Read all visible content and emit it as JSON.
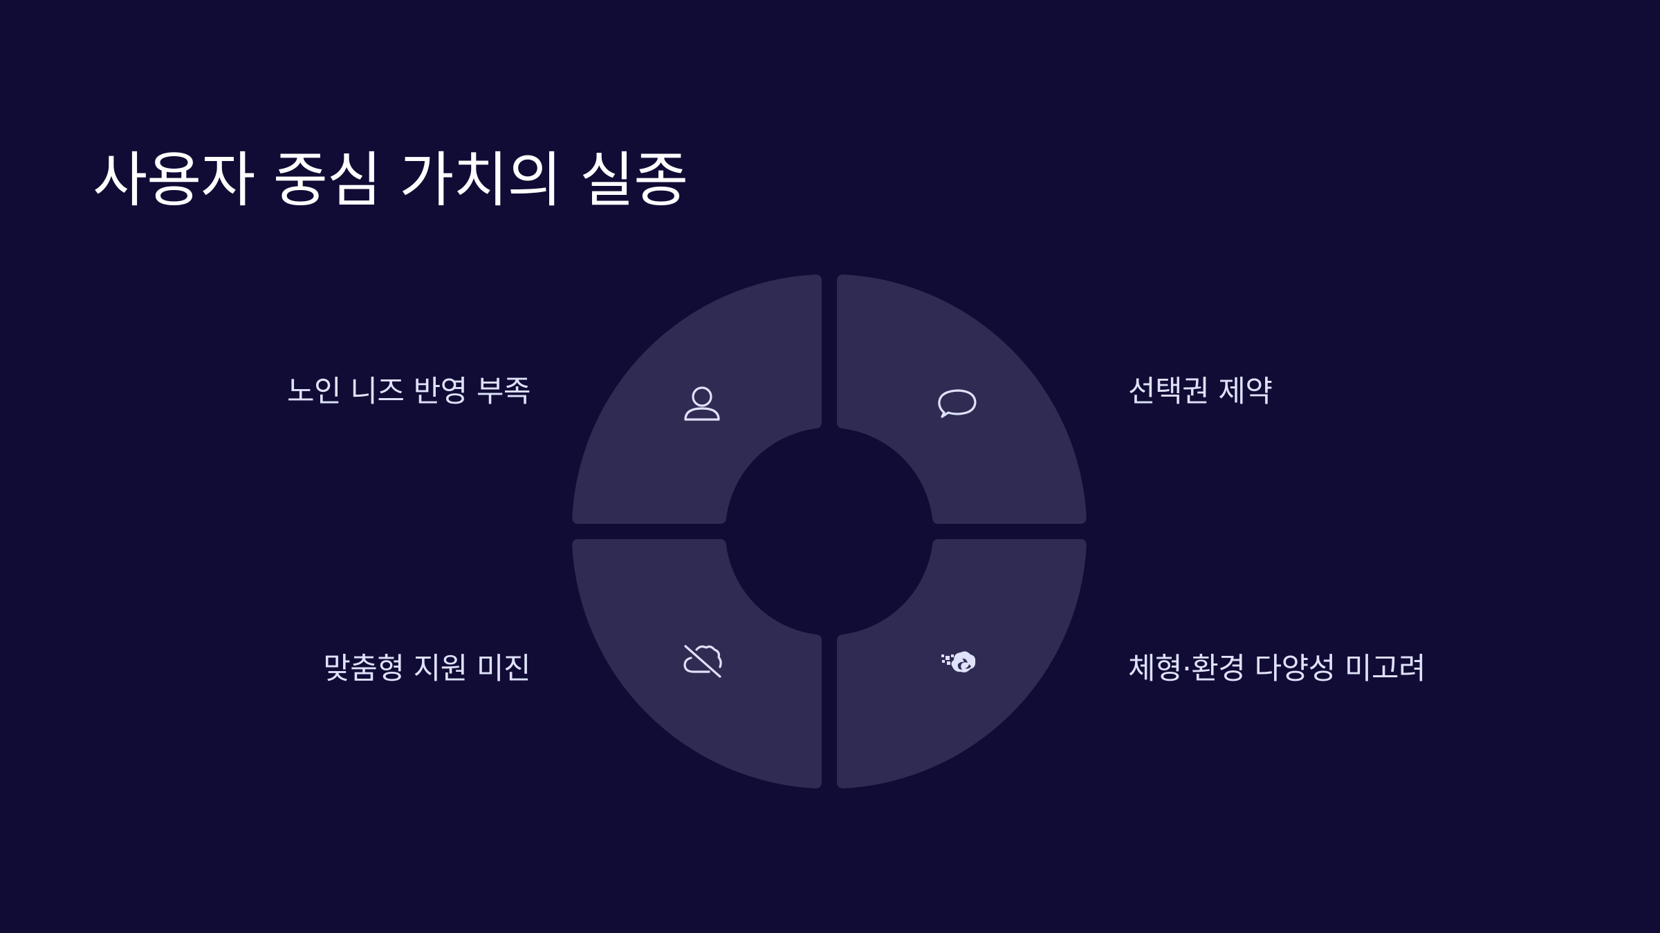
{
  "title": "사용자 중심 가치의 실종",
  "colors": {
    "background": "#110c35",
    "segment": "#302b53",
    "icon": "#dfe2fb",
    "label": "#dfe2fb",
    "title": "#ffffff"
  },
  "quadrants": [
    {
      "position": "top-left",
      "label": "노인 니즈 반영 부족",
      "icon": "user-icon"
    },
    {
      "position": "top-right",
      "label": "선택권 제약",
      "icon": "speech-bubble-icon"
    },
    {
      "position": "bottom-left",
      "label": "맞춤형 지원 미진",
      "icon": "cloud-off-icon"
    },
    {
      "position": "bottom-right",
      "label": "체형·환경 다양성 미고려",
      "icon": "cloud-pixel-icon"
    }
  ]
}
